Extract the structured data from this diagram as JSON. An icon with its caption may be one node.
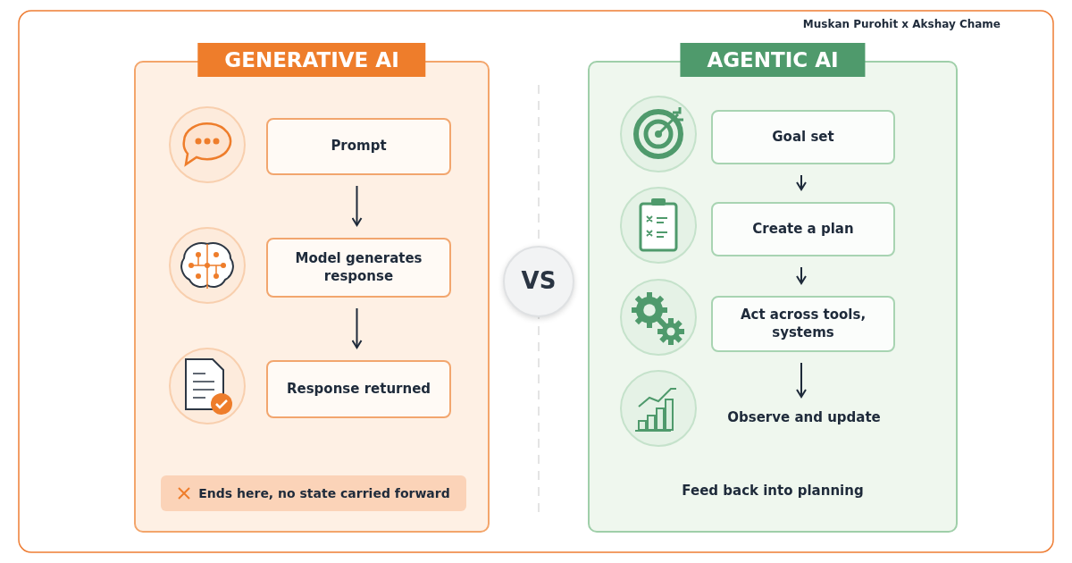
{
  "diagram": {
    "nodes": [
      {
        "text": [
          "GENERATIVE AI"
        ]
      },
      {
        "text": [
          "Prompt"
        ],
        "in": 0
      },
      {
        "text": [
          "Model generates response"
        ],
        "in": 0
      },
      {
        "text": [
          "Response returned"
        ],
        "in": 0
      },
      {
        "text": [
          "Ends here, no state carried forward"
        ],
        "in": 0
      },
      {
        "text": [
          "VS"
        ]
      },
      {
        "text": [
          "AGENTIC AI"
        ]
      },
      {
        "text": [
          "Goal set"
        ],
        "in": 6
      },
      {
        "text": [
          "Create a plan"
        ],
        "in": 6
      },
      {
        "text": [
          "Act across tools, systems"
        ],
        "in": 6
      },
      {
        "text": [
          "Observe and update"
        ],
        "in": 6
      }
    ],
    "edges": [
      {
        "from": 1,
        "to": 2,
        "arrow": "to"
      },
      {
        "from": 2,
        "to": 3,
        "arrow": "to"
      },
      {
        "from": 7,
        "to": 8,
        "arrow": "to"
      },
      {
        "from": 8,
        "to": 9,
        "arrow": "to"
      },
      {
        "from": 9,
        "to": 10,
        "arrow": "to"
      }
    ],
    "labels": [
      "Muskan Purohit x Akshay Chame",
      "Feed back into planning"
    ]
  }
}
